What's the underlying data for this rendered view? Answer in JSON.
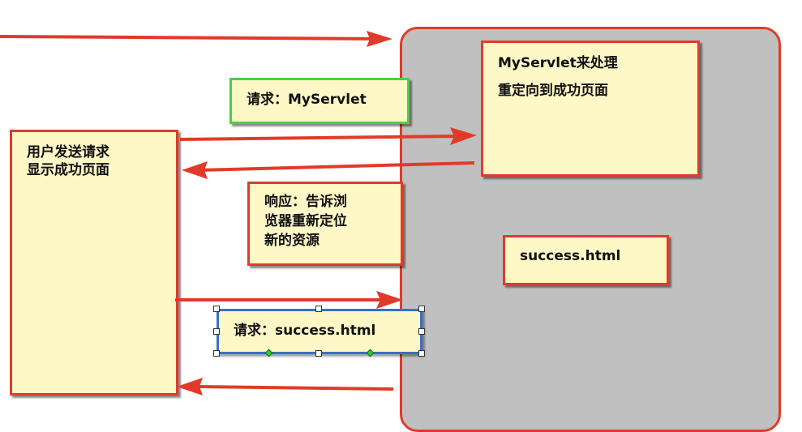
{
  "user_box": {
    "lines": [
      "用户发送请求",
      "显示成功页面"
    ]
  },
  "server": {
    "servlet_box": {
      "title": "MyServlet来处理",
      "action": "重定向到成功页面"
    },
    "success_box": {
      "label": "success.html"
    }
  },
  "request1": {
    "label": "请求：MyServlet"
  },
  "response": {
    "lines": [
      "响应：告诉浏",
      "览器重新定位",
      "新的资源"
    ]
  },
  "request2": {
    "label": "请求：success.html"
  },
  "colors": {
    "arrow": "#e23a2a",
    "box_fill": "#fef7c6",
    "server_fill": "#c0c0c0",
    "request1_border": "#4ccf44",
    "selected_border": "#3a6fc6"
  }
}
